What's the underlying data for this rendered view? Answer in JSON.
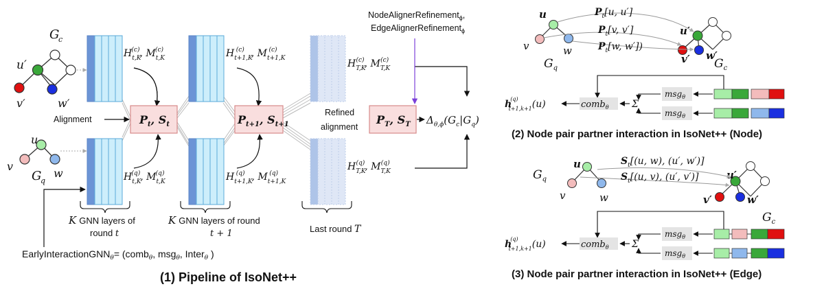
{
  "panel1": {
    "caption": "(1) Pipeline of IsoNet++",
    "graph_c_label": "G_c",
    "graph_q_label": "G_q",
    "node_u_prime": "u′",
    "node_v_prime": "v′",
    "node_w_prime": "w′",
    "node_u": "u",
    "node_v": "v",
    "node_w": "w",
    "refinement_label_1": "NodeAlignerRefinement_ϕ,",
    "refinement_label_2": "EdgeAlignerRefinement_ϕ",
    "alignment_label": "Alignment",
    "refined_label_1": "Refined",
    "refined_label_2": "alignment",
    "h_c_t": "H_{t,K}^{(c)}, M_{t,K}^{(c)}",
    "h_c_t1": "H_{t+1,K}^{(c)}, M_{t+1,K}^{(c)}",
    "h_c_T": "H_{T,K}^{(c)}, M_{T,K}^{(c)}",
    "h_q_t": "H_{t,K}^{(q)}, M_{t,K}^{(q)}",
    "h_q_t1": "H_{t+1,K}^{(q)}, M_{t+1,K}^{(q)}",
    "h_q_T": "H_{T,K}^{(q)}, M_{T,K}^{(q)}",
    "box_t": "P_t, S_t",
    "box_t1": "P_{t+1}, S_{t+1}",
    "box_T": "P_T, S_T",
    "delta": "Δ_{θ,ϕ}(G_c|G_q)",
    "k_layers_t_1": "K GNN layers of",
    "k_layers_t_2": "round t",
    "k_layers_t1_1": "K GNN layers of round",
    "k_layers_t1_2": "t + 1",
    "last_round": "Last round T",
    "early_gnn": "EarlyInteractionGNN_θ= (comb_θ, msg_θ, Inter_θ )"
  },
  "panel2": {
    "caption": "(2) Node pair partner interaction in IsoNet++ (Node)",
    "p_uu": "P_t[u, u′]",
    "p_vv": "P_t[v, v′]",
    "p_ww": "P_t[w, w′])",
    "h_out": "h_{t+1,k+1}^{(q)}(u)",
    "comb": "comb_θ",
    "sum": "Σ",
    "msg1": "msg_θ",
    "msg2": "msg_θ",
    "gq": "G_q",
    "gc": "G_c"
  },
  "panel3": {
    "caption": "(3) Node pair partner interaction in IsoNet++ (Edge)",
    "s_uw": "S_t[(u, w), (u′, w′)]",
    "s_uv": "S_t[(u, v), (u′, v′)]",
    "h_out": "h_{t+1,k+1}^{(q)}(u)",
    "comb": "comb_θ",
    "sum": "Σ",
    "msg1": "msg_θ",
    "msg2": "msg_θ",
    "gq": "G_q",
    "gc": "G_c"
  },
  "colors": {
    "layer_fill": "#cdeefb",
    "layer_edge": "#5aaad8",
    "layer_dark": "#6c94d6",
    "box_fill": "#f9dede",
    "box_edge": "#d78a8a",
    "green": "#3aa83a",
    "red": "#e01010",
    "blue": "#1a2fe0",
    "pink": "#f3bcbc",
    "lightblue": "#8fb8ec",
    "lightgreen": "#a7eda7",
    "purple": "#7a3fd8"
  }
}
